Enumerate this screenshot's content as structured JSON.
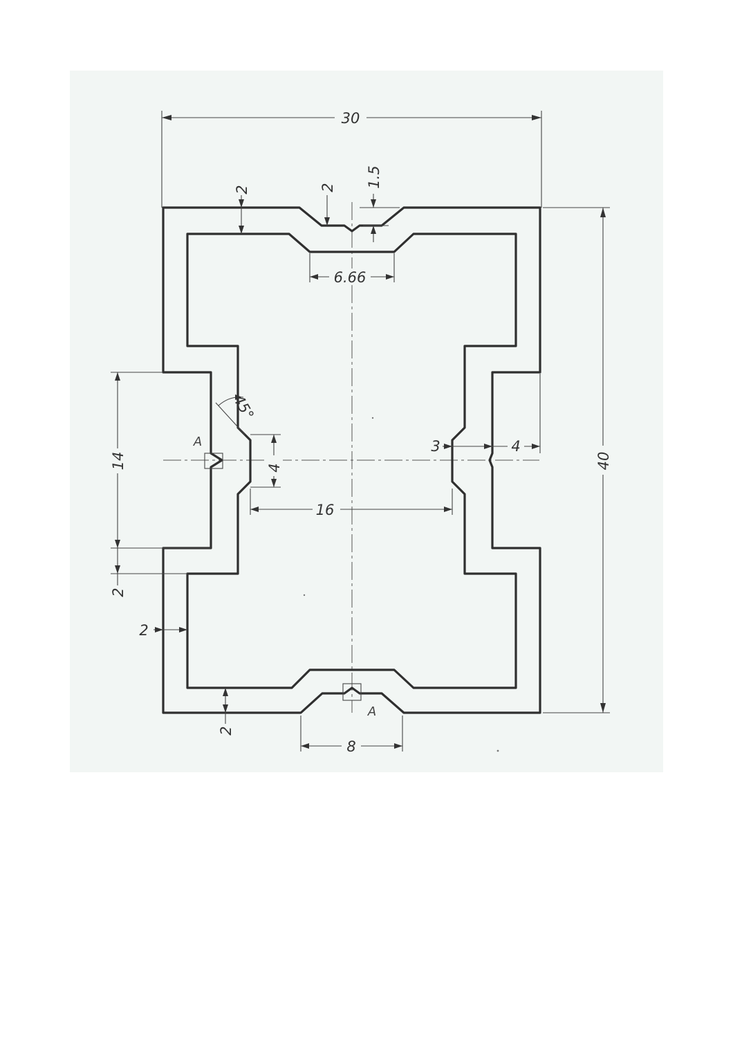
{
  "drawing": {
    "dimensions": {
      "overall_width": "30",
      "overall_height": "40",
      "wall_top": "2",
      "groove_depth_top": "2",
      "notch_depth": "1.5",
      "top_flat": "6.66",
      "angle": "45°",
      "side_flat": "4",
      "inner_width": "16",
      "side_depth": "3",
      "side_offset": "4",
      "center_height": "14",
      "wall_left_step": "2",
      "wall_left": "2",
      "wall_bottom": "2",
      "bottom_flat": "8"
    },
    "section_labels": {
      "left": "A",
      "bottom": "A"
    }
  }
}
